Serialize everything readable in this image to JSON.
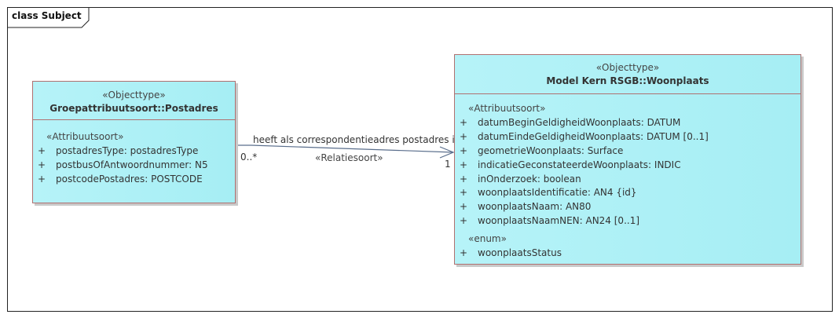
{
  "frame": {
    "label": "class Subject"
  },
  "left_class": {
    "stereotype": "«Objecttype»",
    "name": "Groepattribuutsoort::Postadres",
    "section_title": "«Attribuutsoort»",
    "attributes": [
      {
        "vis": "+",
        "text": "postadresType: postadresType"
      },
      {
        "vis": "+",
        "text": "postbusOfAntwoordnummer: N5"
      },
      {
        "vis": "+",
        "text": "postcodePostadres: POSTCODE"
      }
    ]
  },
  "right_class": {
    "stereotype": "«Objecttype»",
    "name": "Model Kern RSGB::Woonplaats",
    "section_title": "«Attribuutsoort»",
    "attributes": [
      {
        "vis": "+",
        "text": "datumBeginGeldigheidWoonplaats: DATUM"
      },
      {
        "vis": "+",
        "text": "datumEindeGeldigheidWoonplaats: DATUM [0..1]"
      },
      {
        "vis": "+",
        "text": "geometrieWoonplaats: Surface"
      },
      {
        "vis": "+",
        "text": "indicatieGeconstateerdeWoonplaats: INDIC"
      },
      {
        "vis": "+",
        "text": "inOnderzoek: boolean"
      },
      {
        "vis": "+",
        "text": "woonplaatsIdentificatie: AN4 {id}"
      },
      {
        "vis": "+",
        "text": "woonplaatsNaam: AN80"
      },
      {
        "vis": "+",
        "text": "woonplaatsNaamNEN: AN24 [0..1]"
      }
    ],
    "enum_title": "«enum»",
    "enum_items": [
      {
        "vis": "+",
        "text": "woonplaatsStatus"
      }
    ]
  },
  "association": {
    "name": "heeft als correspondentieadres postadres in",
    "stereotype": "«Relatiesoort»",
    "source_multiplicity": "0..*",
    "target_multiplicity": "1"
  },
  "colors": {
    "class_fill": "#a6eef4",
    "class_border": "#b07070",
    "connector": "#5a6e8c"
  }
}
